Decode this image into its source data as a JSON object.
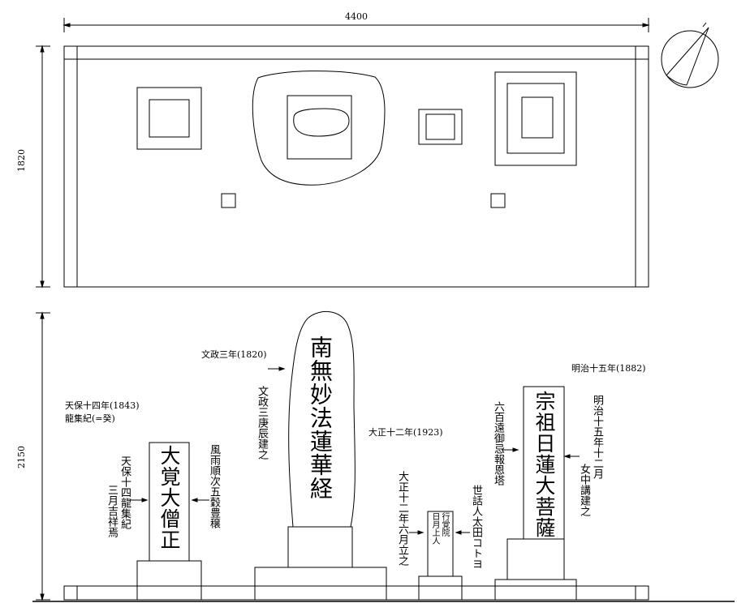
{
  "dimensions": {
    "plan_width": "4400",
    "plan_depth": "1820",
    "elevation_height": "2150"
  },
  "elevation": {
    "left_stone": {
      "date": "天保十四年(1843)",
      "date_note": "龍集紀(=癸)",
      "face": "大覚大僧正",
      "left_side": [
        "天保十四龍集紀",
        "三月吉祥焉"
      ],
      "right_side": [
        "風雨順次五穀豊穣"
      ]
    },
    "center_stone": {
      "date": "文政三年(1820)",
      "face": "南無妙法蓮華経",
      "left_side": [
        "文政三庚辰建之"
      ]
    },
    "small_stone": {
      "date": "大正十二年(1923)",
      "face": [
        "行覚院",
        "日月上人"
      ],
      "left_side": [
        "大正十二年六月立之"
      ],
      "right_side": [
        "世話人太田コトヨ"
      ]
    },
    "right_stone": {
      "date": "明治十五年(1882)",
      "face": "宗祖日蓮大菩薩",
      "left_side": [
        "六百遠御忌報恩塔"
      ],
      "right_side": [
        "明治十五年十二月",
        "女中講建之"
      ]
    }
  }
}
